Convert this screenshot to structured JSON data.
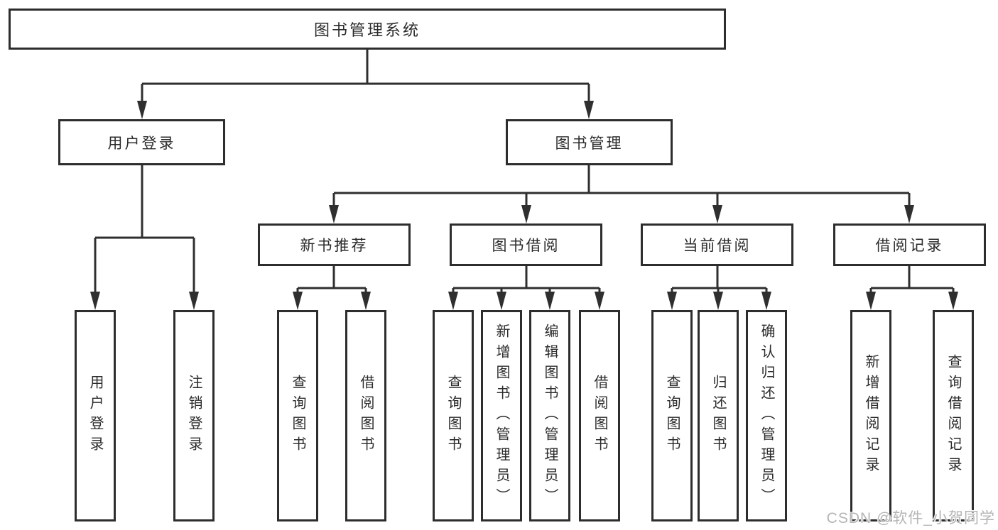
{
  "diagram_type": "hierarchy-tree",
  "root": {
    "label": "图书管理系统"
  },
  "branches": [
    {
      "label": "用户登录",
      "children": [
        {
          "label": "用户登录"
        },
        {
          "label": "注销登录"
        }
      ]
    },
    {
      "label": "图书管理",
      "children": [
        {
          "label": "新书推荐",
          "children": [
            {
              "label": "查询图书"
            },
            {
              "label": "借阅图书"
            }
          ]
        },
        {
          "label": "图书借阅",
          "children": [
            {
              "label": "查询图书"
            },
            {
              "label": "新增图书（管理员）"
            },
            {
              "label": "编辑图书（管理员）"
            },
            {
              "label": "借阅图书"
            }
          ]
        },
        {
          "label": "当前借阅",
          "children": [
            {
              "label": "查询图书"
            },
            {
              "label": "归还图书"
            },
            {
              "label": "确认归还（管理员）"
            }
          ]
        },
        {
          "label": "借阅记录",
          "children": [
            {
              "label": "新增借阅记录"
            },
            {
              "label": "查询借阅记录"
            }
          ]
        }
      ]
    }
  ],
  "watermark": {
    "text": "CSDN @软件_小贺同学"
  },
  "colors": {
    "line": "#2f2f2f",
    "box_border": "#2d2d2d",
    "text": "#2b2b2b",
    "watermark": "#b5b5b5",
    "background": "#ffffff"
  }
}
